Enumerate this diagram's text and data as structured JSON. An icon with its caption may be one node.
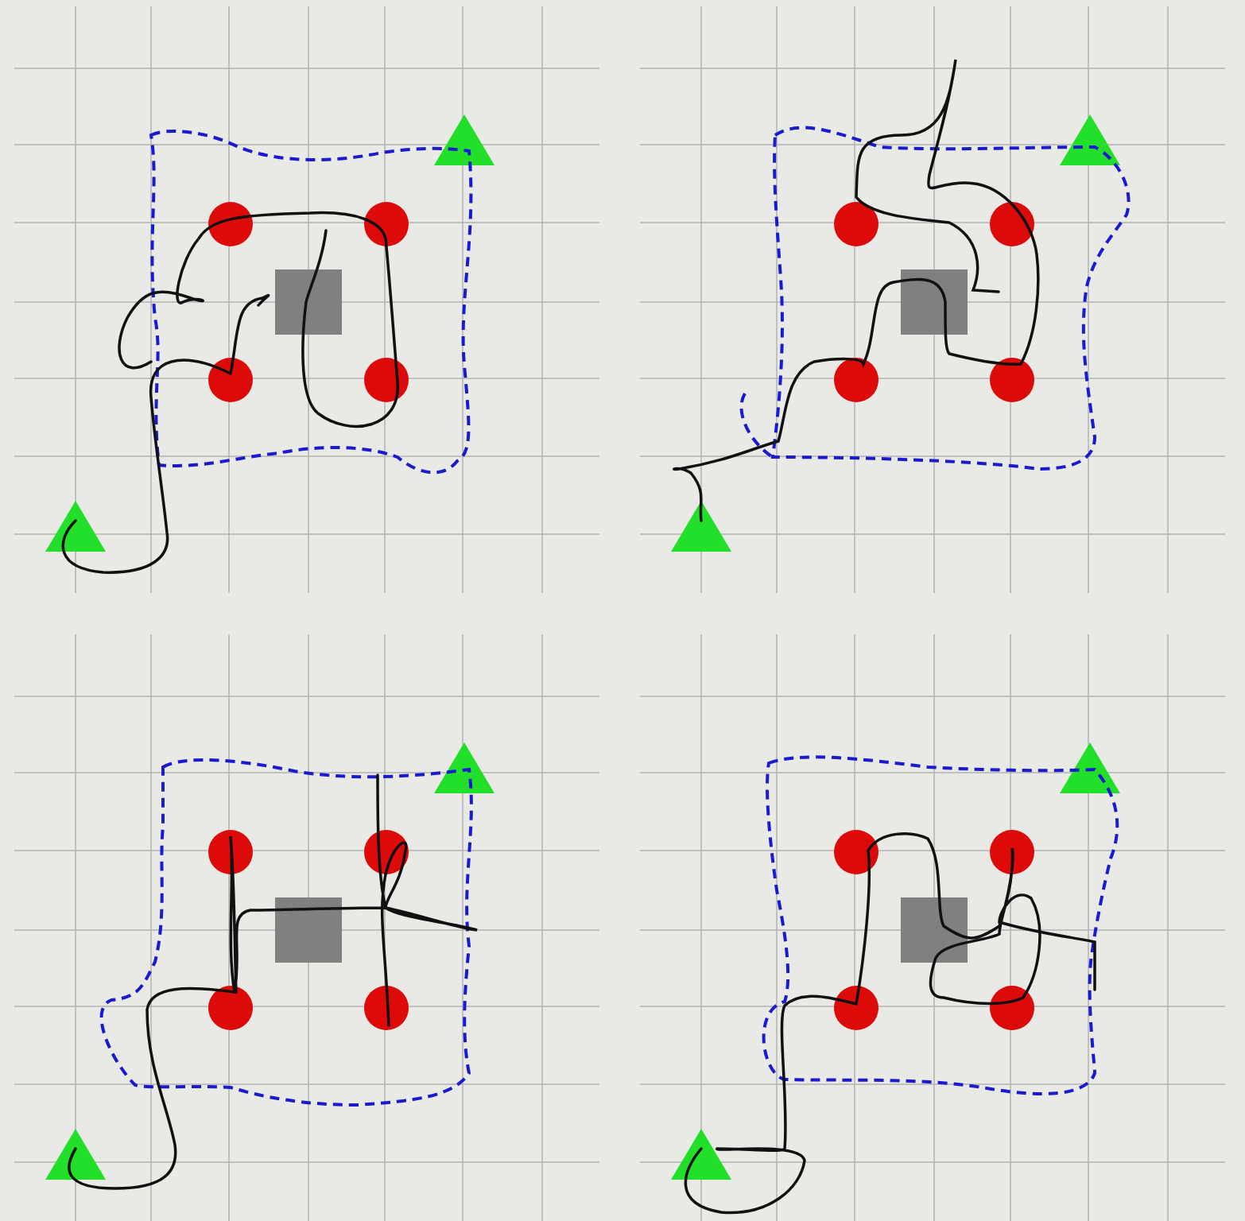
{
  "diagram": {
    "nodes": [
      {
        "text": [],
        "shape": "triangle"
      },
      {
        "text": [],
        "shape": "circle"
      },
      {
        "text": [],
        "shape": "circle"
      },
      {
        "text": [],
        "shape": "box"
      },
      {
        "text": [],
        "shape": "circle"
      },
      {
        "text": [],
        "shape": "circle"
      },
      {
        "text": [],
        "shape": "triangle"
      },
      {
        "text": [],
        "shape": "triangle"
      },
      {
        "text": [],
        "shape": "circle"
      },
      {
        "text": [],
        "shape": "circle"
      },
      {
        "text": [],
        "shape": "box"
      },
      {
        "text": [],
        "shape": "circle"
      },
      {
        "text": [],
        "shape": "circle"
      },
      {
        "text": [],
        "shape": "triangle"
      },
      {
        "text": [],
        "shape": "triangle"
      },
      {
        "text": [],
        "shape": "circle"
      },
      {
        "text": [],
        "shape": "circle"
      },
      {
        "text": [],
        "shape": "box"
      },
      {
        "text": [],
        "shape": "circle"
      },
      {
        "text": [],
        "shape": "circle"
      },
      {
        "text": [],
        "shape": "triangle"
      },
      {
        "text": [],
        "shape": "triangle"
      },
      {
        "text": [],
        "shape": "circle"
      },
      {
        "text": [],
        "shape": "circle"
      },
      {
        "text": [],
        "shape": "box"
      },
      {
        "text": [],
        "shape": "circle"
      },
      {
        "text": [],
        "shape": "circle"
      },
      {
        "text": [],
        "shape": "triangle"
      }
    ],
    "edges": [
      {
        "from": 6,
        "to": null,
        "arrow": "none"
      },
      {
        "from": 13,
        "to": null,
        "arrow": "none"
      },
      {
        "from": 20,
        "to": null,
        "arrow": "none"
      },
      {
        "from": 27,
        "to": null,
        "arrow": "none"
      }
    ]
  }
}
